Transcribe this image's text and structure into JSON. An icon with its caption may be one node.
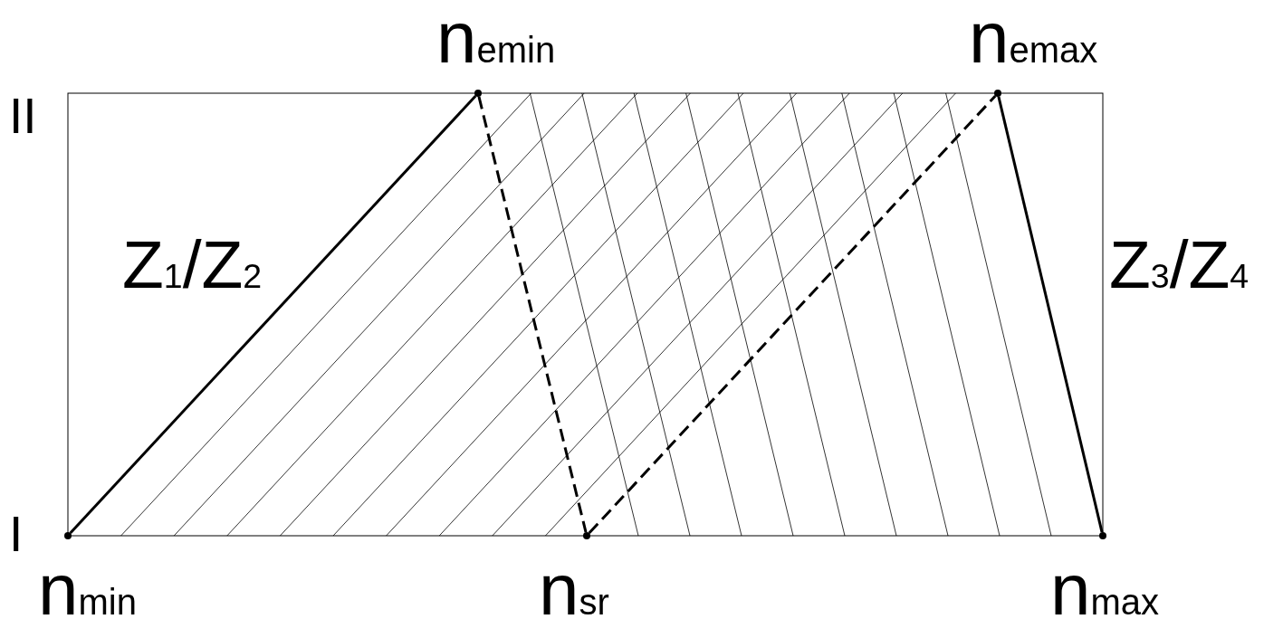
{
  "diagram": {
    "nodes": [
      {
        "text": [],
        "shape": "dot",
        "beside": [
          "n$_{min}$"
        ]
      },
      {
        "text": [],
        "shape": "dot",
        "beside": [
          "n$_{emin}$"
        ]
      },
      {
        "text": [],
        "shape": "dot",
        "beside": [
          "n$_{sr}$"
        ]
      },
      {
        "text": [],
        "shape": "dot",
        "beside": [
          "n$_{emax}$"
        ]
      },
      {
        "text": [],
        "shape": "dot",
        "beside": [
          "n$_{max}$"
        ]
      }
    ],
    "edges": [
      {
        "from": 0,
        "to": 1,
        "arrow": "none",
        "label": "Z$_{1}$/Z$_{2}$"
      },
      {
        "from": 1,
        "to": 2,
        "arrow": "none",
        "style": "dashed"
      },
      {
        "from": 2,
        "to": 3,
        "arrow": "none",
        "style": "dashed"
      },
      {
        "from": 3,
        "to": 4,
        "arrow": "none",
        "label": "Z$_{3}$/Z$_{4}$"
      }
    ],
    "labels": [
      "II",
      "I"
    ]
  }
}
